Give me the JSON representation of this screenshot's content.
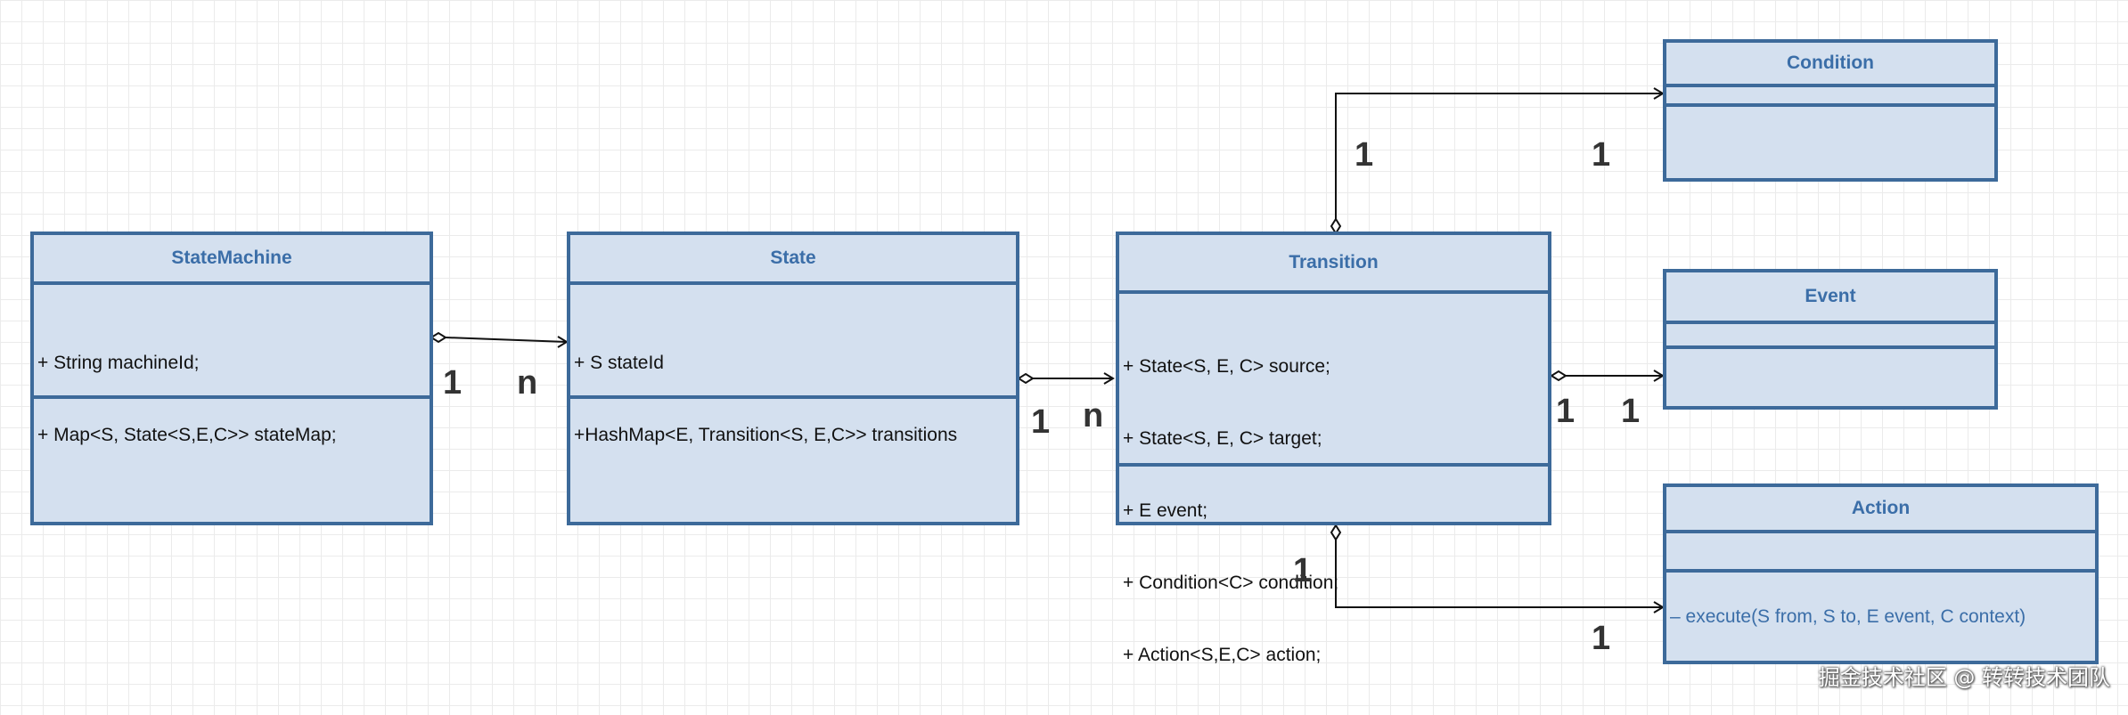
{
  "classes": {
    "state_machine": {
      "name": "StateMachine",
      "attributes": [
        "+ String machineId;",
        "+ Map<S, State<S,E,C>> stateMap;"
      ],
      "methods": []
    },
    "state": {
      "name": "State",
      "attributes": [
        "+ S stateId",
        "+HashMap<E, Transition<S, E,C>> transitions"
      ],
      "methods": []
    },
    "transition": {
      "name": "Transition",
      "attributes": [
        "+ State<S, E, C> source;",
        "+ State<S, E, C> target;",
        "+ E event;",
        "+ Condition<C> condition;",
        "+ Action<S,E,C> action;"
      ],
      "methods": []
    },
    "condition": {
      "name": "Condition",
      "attributes": [],
      "methods": []
    },
    "event": {
      "name": "Event",
      "attributes": [],
      "methods": []
    },
    "action": {
      "name": "Action",
      "attributes": [],
      "methods": [
        "– execute(S from, S to, E event, C context)"
      ]
    }
  },
  "multiplicities": {
    "statemachine_state_source": "1",
    "statemachine_state_target": "n",
    "state_transition_source": "1",
    "state_transition_target": "n",
    "transition_condition_source": "1",
    "transition_condition_target": "1",
    "transition_event_source": "1",
    "transition_event_target": "1",
    "transition_action_source": "1",
    "transition_action_target": "1"
  },
  "watermark": "掘金技术社区 @ 转转技术团队",
  "colors": {
    "class_fill": "#d4e0ef",
    "class_border": "#3d6a9a",
    "class_name": "#3b6ea8",
    "connector": "#111111"
  }
}
